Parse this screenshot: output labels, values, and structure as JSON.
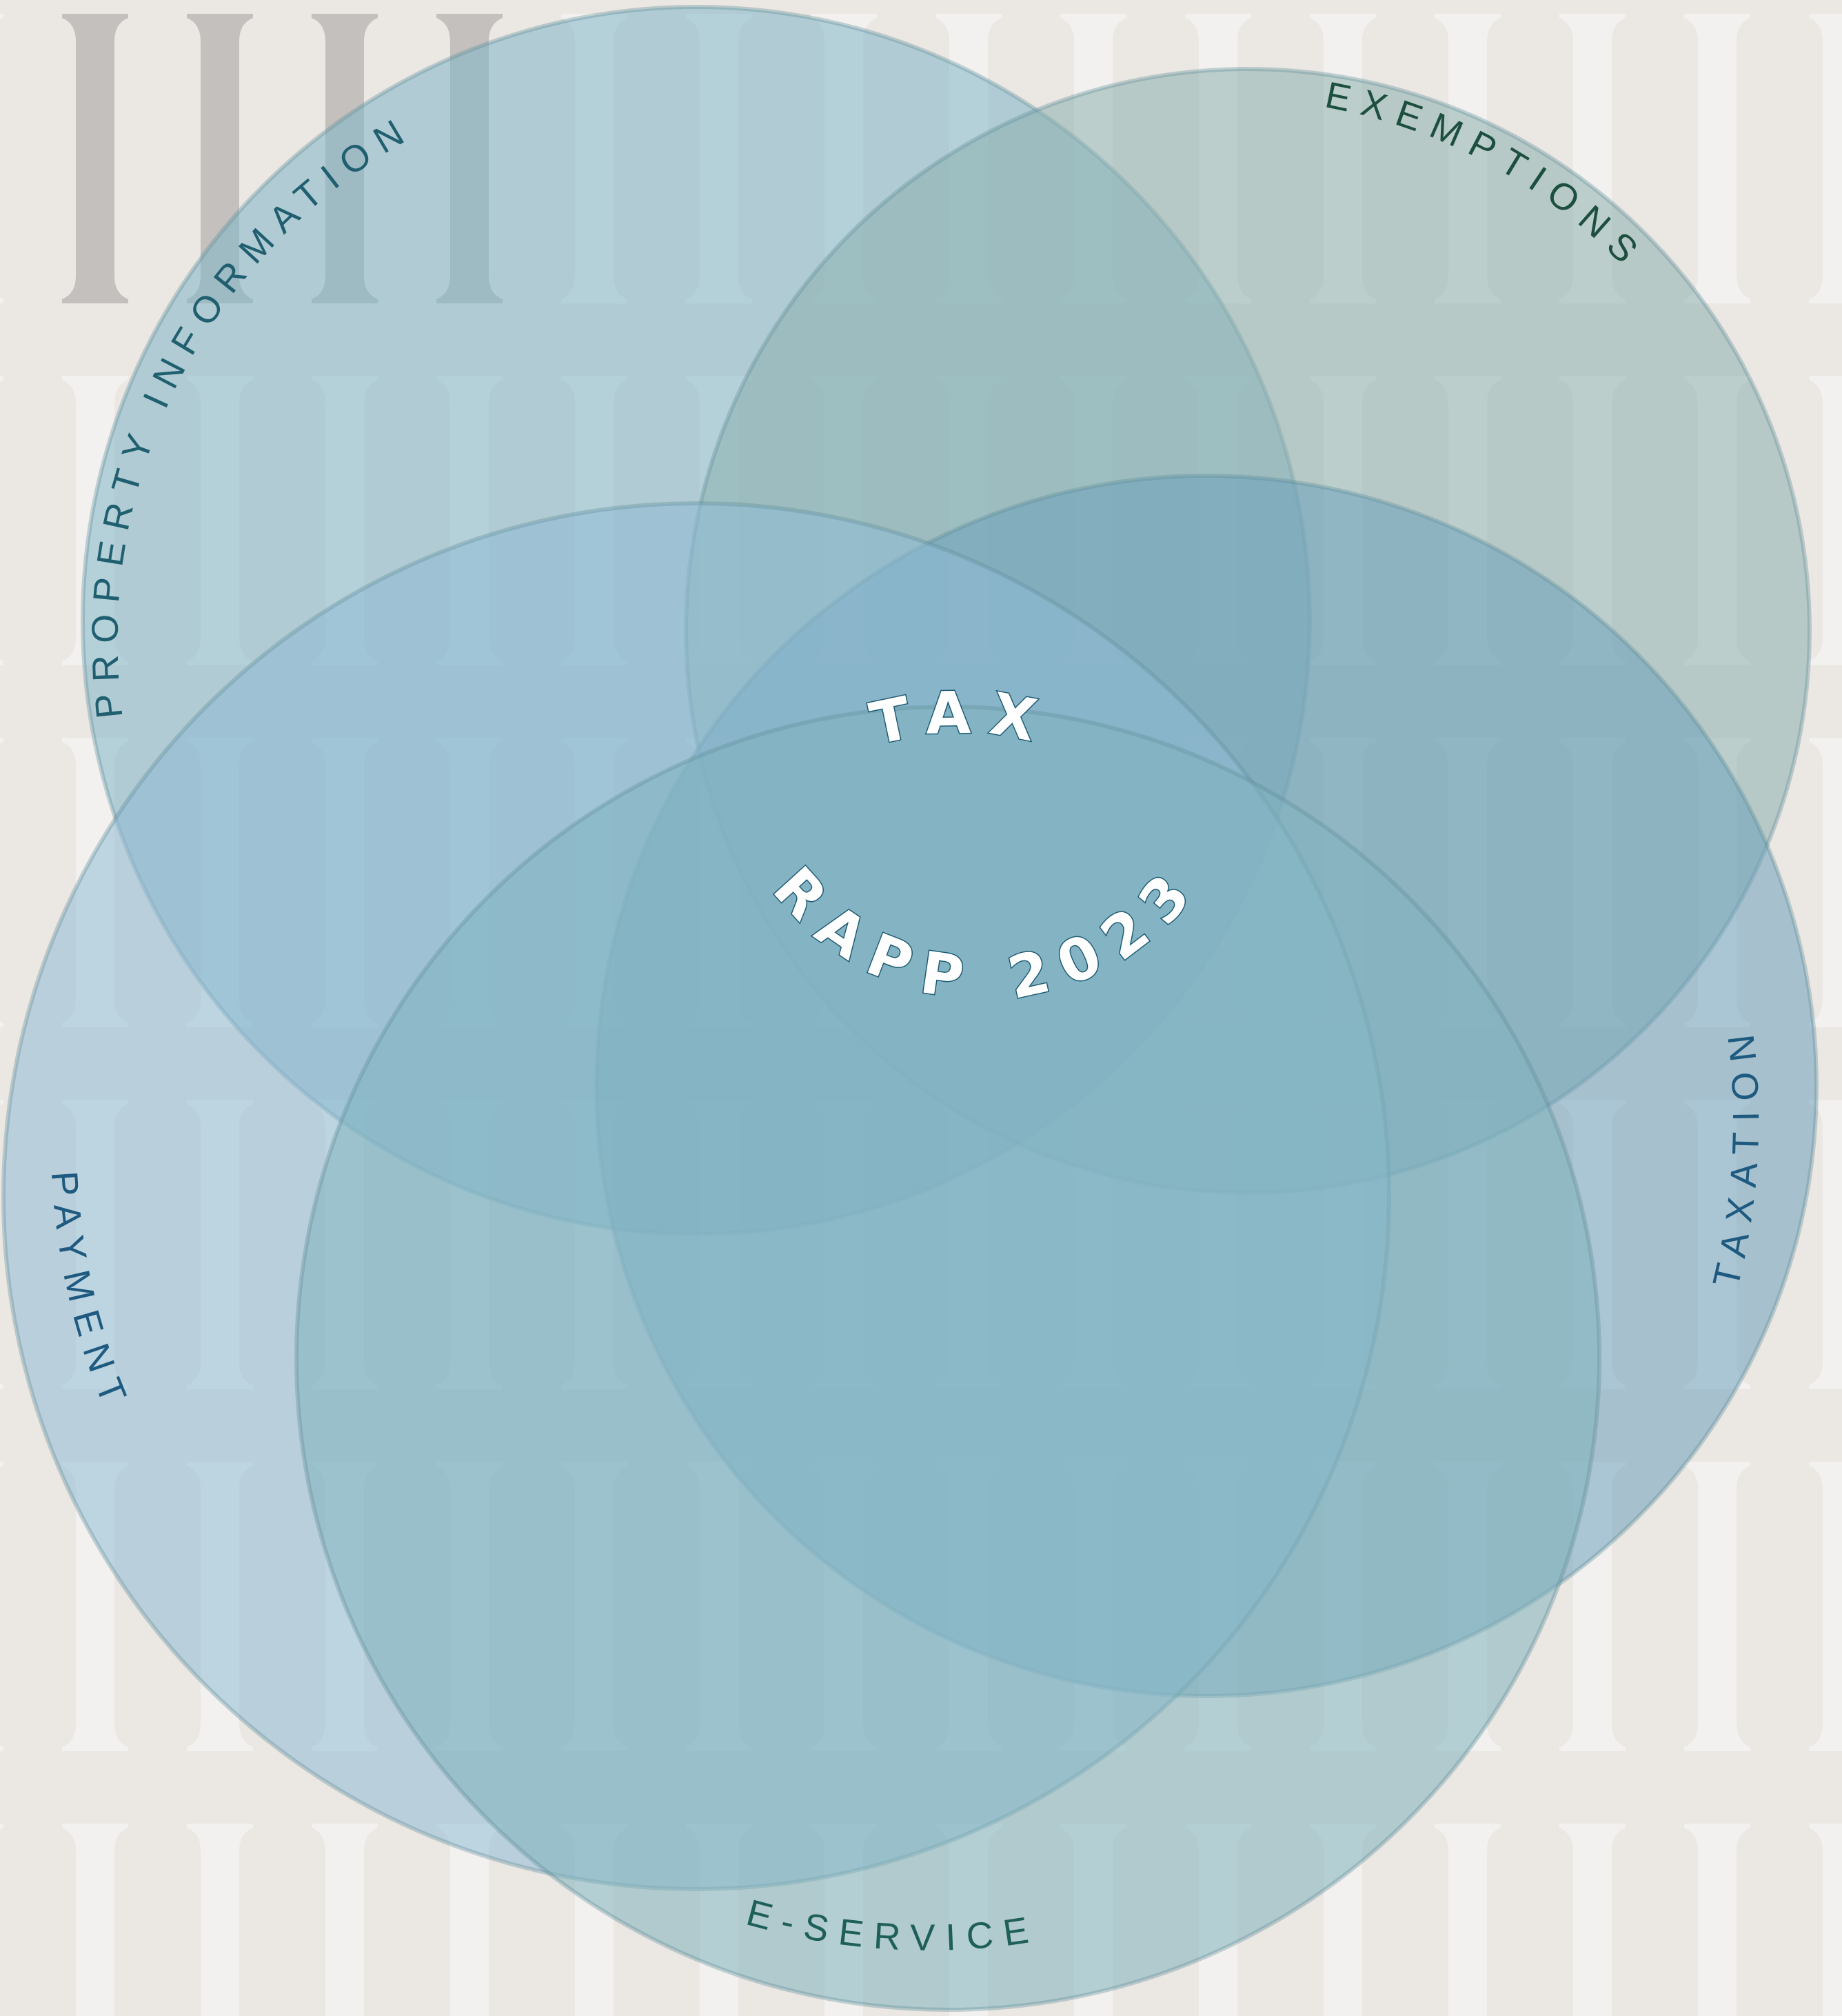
{
  "diagram": {
    "type": "venn",
    "center_label": {
      "line1": "TAX",
      "line2": "RAPP 2023"
    },
    "sets": [
      {
        "id": "property-information",
        "label": "PROPERTY INFORMATION",
        "fill": "#7fb5c6",
        "label_color": "#1f5f6f"
      },
      {
        "id": "exemptions",
        "label": "EXEMPTIONS",
        "fill": "#8db1ae",
        "label_color": "#1d4f3f"
      },
      {
        "id": "taxation",
        "label": "TAXATION",
        "fill": "#6ea1bc",
        "label_color": "#1e5a80"
      },
      {
        "id": "payment",
        "label": "PAYMENT",
        "fill": "#8fbcd6",
        "label_color": "#1e5a80"
      },
      {
        "id": "e-service",
        "label": "E-SERVICE",
        "fill": "#7fb3bd",
        "label_color": "#1f5f5a"
      }
    ]
  },
  "colors": {
    "background": "#ebe7e3",
    "pillar": "#f4f2f0",
    "pillar_dark": "#b9b6b3",
    "circle_stroke": "#5f8c98"
  }
}
